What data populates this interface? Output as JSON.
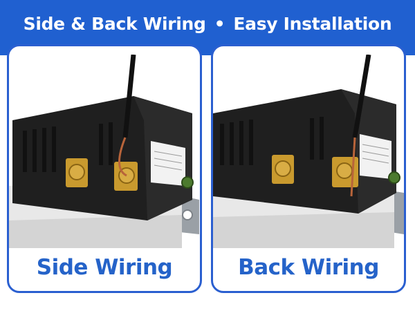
{
  "banner": {
    "left_text": "Side & Back Wiring",
    "separator": "•",
    "right_text": "Easy Installation",
    "color": "#2060d0"
  },
  "panels": [
    {
      "caption": "Side Wiring",
      "image": "receptacle-side-wiring-photo"
    },
    {
      "caption": "Back Wiring",
      "image": "receptacle-back-wiring-photo"
    }
  ],
  "colors": {
    "accent": "#2563c9",
    "border": "#2a5fd0",
    "housing": "#1e1e1e",
    "brass": "#c99a2e",
    "base": "#e6e6e6"
  }
}
